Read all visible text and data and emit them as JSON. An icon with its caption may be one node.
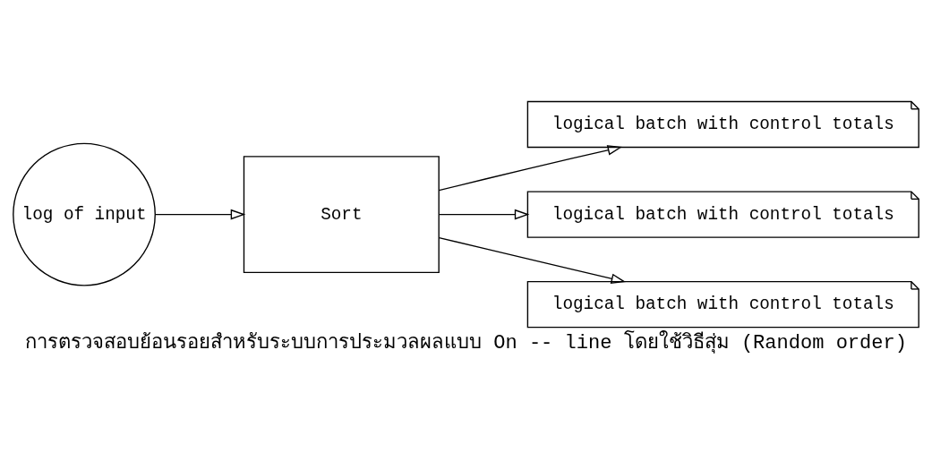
{
  "diagram": {
    "caption": "การตรวจสอบย้อนรอยสำหรับระบบการประมวลผลแบบ On -- line โดยใช้วิธีสุ่ม (Random order)",
    "nodes": [
      {
        "text": [
          "log of input"
        ]
      },
      {
        "text": [
          "Sort"
        ]
      },
      {
        "text": [
          "logical batch with control totals"
        ]
      },
      {
        "text": [
          "logical batch with control totals"
        ]
      },
      {
        "text": [
          "logical batch with control totals"
        ]
      }
    ],
    "edges": [
      {
        "from": 0,
        "to": 1,
        "arrow": "to"
      },
      {
        "from": 1,
        "to": 2,
        "arrow": "to"
      },
      {
        "from": 1,
        "to": 3,
        "arrow": "to"
      },
      {
        "from": 1,
        "to": 4,
        "arrow": "to"
      }
    ]
  }
}
